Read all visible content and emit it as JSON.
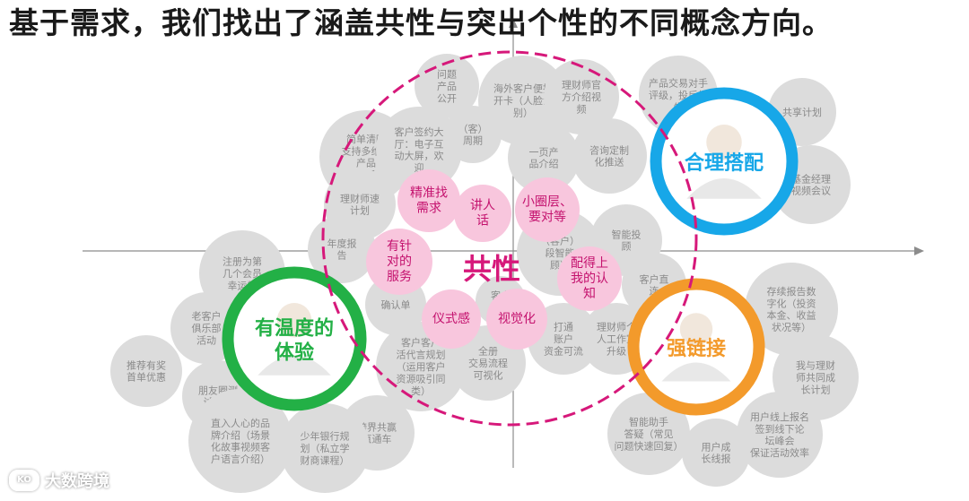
{
  "title": "基于需求，我们找出了涵盖共性与突出个性的不同概念方向。",
  "watermark": "大数跨境",
  "center_label": "共性",
  "colors": {
    "green": "#23b046",
    "blue": "#17a7e8",
    "orange": "#f39a2b",
    "magenta": "#d6187a",
    "pink_fill": "#f8c6dd",
    "pink_text": "#c4126e",
    "gray_fill": "#dcdcdc",
    "gray_text": "#8a8a8a",
    "axis": "#8c8c8c"
  },
  "concepts": [
    {
      "id": "warm",
      "label": "有温度的\n体验",
      "color": "green"
    },
    {
      "id": "match",
      "label": "合理搭配",
      "color": "blue"
    },
    {
      "id": "link",
      "label": "强链接",
      "color": "orange"
    }
  ],
  "pink_bubbles": [
    {
      "label": "精准找\n需求"
    },
    {
      "label": "讲人\n话"
    },
    {
      "label": "小圈层、\n要对等"
    },
    {
      "label": "有针\n对的\n服务"
    },
    {
      "label": "配得上\n我的认\n知"
    },
    {
      "label": "仪式感"
    },
    {
      "label": "视觉化"
    }
  ],
  "gray_bubbles": [
    {
      "label": "问题\n产品\n公开"
    },
    {
      "label": "海外客户便捷\n开卡（人脸识\n别）"
    },
    {
      "label": "理财师官\n方介绍视\n频"
    },
    {
      "label": "产品交易对手\n评级，投后报\n告"
    },
    {
      "label": "共享计划"
    },
    {
      "label": "简单清晰\n支持多维度\n产品\n体系"
    },
    {
      "label": "客户签约大\n厅：电子互\n动大屏，欢\n迎"
    },
    {
      "label": "（客）\n周期"
    },
    {
      "label": "一页产\n品介绍"
    },
    {
      "label": "咨询定制\n化推送"
    },
    {
      "label": "基金经理\n视频会议"
    },
    {
      "label": "理财师速\n计划"
    },
    {
      "label": "年度报\n告"
    },
    {
      "label": "智能投\n顾"
    },
    {
      "label": "（客户）\n段智能\n顾）"
    },
    {
      "label": "注册为第\n几个会员\n幸运数"
    },
    {
      "label": "确认单"
    },
    {
      "label": "客户直\n连"
    },
    {
      "label": "存续报告数\n字化（投资\n本金、收益\n状况等）"
    },
    {
      "label": "老客户\n俱乐部\n活动"
    },
    {
      "label": "推荐有奖\n首单优惠"
    },
    {
      "label": "客户\n体"
    },
    {
      "label": "打通\n账户\n资金可流"
    },
    {
      "label": "理财师个\n人工作室\n升级"
    },
    {
      "label": "客户客户\n活代言规划\n（运用客户\n资源吸引同\n类）"
    },
    {
      "label": "全册\n交易流程\n可视化"
    },
    {
      "label": "我与理财\n师共同成\n长计划"
    },
    {
      "label": "朋友圈测\n试游戏"
    },
    {
      "label": "直入人心的品\n牌介绍（场景\n化故事视频客\n户语言介绍）"
    },
    {
      "label": "跨界共赢\n直通车"
    },
    {
      "label": "少年银行规\n划（私立学\n财商课程）"
    },
    {
      "label": "智能助手\n答疑（常见\n问题快速回复）"
    },
    {
      "label": "用户线上报名\n签到线下论\n坛峰会\n保证活动效率"
    },
    {
      "label": "用户成\n长线报"
    }
  ]
}
